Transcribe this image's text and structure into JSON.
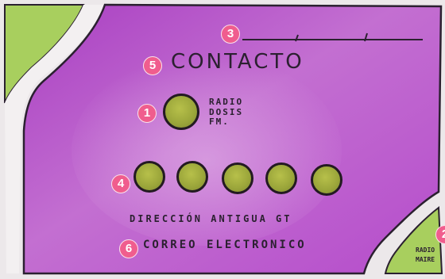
{
  "title": "CONTACTO",
  "radio_label": "RADIO DOSIS FM.",
  "address_text": "DIRECCIÓN ANTIGUA GT",
  "email_text": "CORREO ELECTRONICO",
  "corner_label": "RADIO MAIRE",
  "badges": {
    "b1": "1",
    "b2": "2",
    "b3": "3",
    "b4": "4",
    "b5": "5",
    "b6": "6"
  },
  "colors": {
    "panel": "#b13ecb",
    "panel_light": "#c985d6",
    "green": "#a8cf5e",
    "badge": "#f05d8e",
    "dot": "#9aa53a"
  },
  "social_dots": 5
}
